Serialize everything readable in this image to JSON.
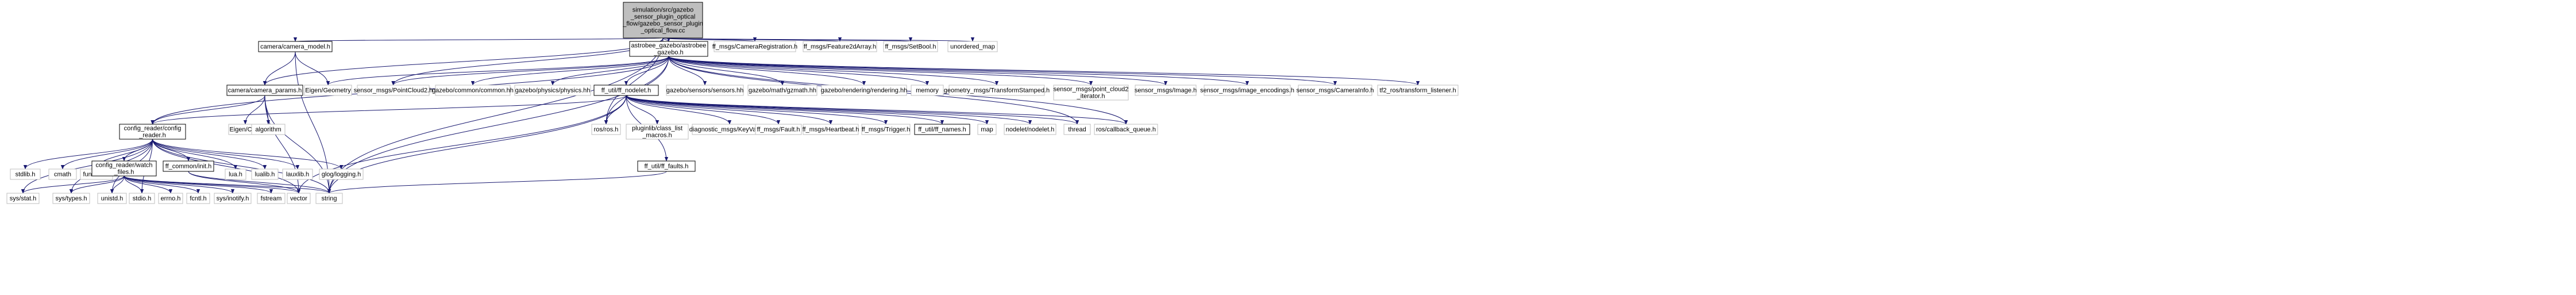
{
  "diagram": {
    "root": "n_root",
    "nodes": [
      {
        "id": "n_root",
        "lines": [
          "simulation/src/gazebo",
          "_sensor_plugin_optical",
          "_flow/gazebo_sensor_plugin",
          "_optical_flow.cc"
        ],
        "style": "root"
      },
      {
        "id": "n_camera_model",
        "lines": [
          "camera/camera_model.h"
        ],
        "style": "framed"
      },
      {
        "id": "n_astrobee_gazebo",
        "lines": [
          "astrobee_gazebo/astrobee",
          "_gazebo.h"
        ],
        "style": "framed"
      },
      {
        "id": "n_camera_registration",
        "lines": [
          "ff_msgs/CameraRegistration.h"
        ],
        "style": "plain"
      },
      {
        "id": "n_feature2d_array",
        "lines": [
          "ff_msgs/Feature2dArray.h"
        ],
        "style": "plain"
      },
      {
        "id": "n_set_bool",
        "lines": [
          "ff_msgs/SetBool.h"
        ],
        "style": "plain"
      },
      {
        "id": "n_unordered_map",
        "lines": [
          "unordered_map"
        ],
        "style": "plain"
      },
      {
        "id": "n_camera_params",
        "lines": [
          "camera/camera_params.h"
        ],
        "style": "framed"
      },
      {
        "id": "n_eigen_geometry",
        "lines": [
          "Eigen/Geometry"
        ],
        "style": "plain"
      },
      {
        "id": "n_point_cloud2",
        "lines": [
          "sensor_msgs/PointCloud2.h"
        ],
        "style": "plain"
      },
      {
        "id": "n_gazebo_common",
        "lines": [
          "gazebo/common/common.hh"
        ],
        "style": "plain"
      },
      {
        "id": "n_gazebo_physics",
        "lines": [
          "gazebo/physics/physics.hh"
        ],
        "style": "plain"
      },
      {
        "id": "n_ff_nodelet",
        "lines": [
          "ff_util/ff_nodelet.h"
        ],
        "style": "framed"
      },
      {
        "id": "n_gazebo_sensors",
        "lines": [
          "gazebo/sensors/sensors.hh"
        ],
        "style": "plain"
      },
      {
        "id": "n_gazebo_math",
        "lines": [
          "gazebo/math/gzmath.hh"
        ],
        "style": "plain"
      },
      {
        "id": "n_gazebo_rendering",
        "lines": [
          "gazebo/rendering/rendering.hh"
        ],
        "style": "plain"
      },
      {
        "id": "n_memory",
        "lines": [
          "memory"
        ],
        "style": "plain"
      },
      {
        "id": "n_transform_stamped",
        "lines": [
          "geometry_msgs/TransformStamped.h"
        ],
        "style": "plain"
      },
      {
        "id": "n_point_cloud2_iter",
        "lines": [
          "sensor_msgs/point_cloud2",
          "_iterator.h"
        ],
        "style": "plain"
      },
      {
        "id": "n_sensor_image",
        "lines": [
          "sensor_msgs/Image.h"
        ],
        "style": "plain"
      },
      {
        "id": "n_image_encodings",
        "lines": [
          "sensor_msgs/image_encodings.h"
        ],
        "style": "plain"
      },
      {
        "id": "n_camera_info",
        "lines": [
          "sensor_msgs/CameraInfo.h"
        ],
        "style": "plain"
      },
      {
        "id": "n_tf2_listener",
        "lines": [
          "tf2_ros/transform_listener.h"
        ],
        "style": "plain"
      },
      {
        "id": "n_config_reader",
        "lines": [
          "config_reader/config",
          "_reader.h"
        ],
        "style": "framed"
      },
      {
        "id": "n_eigen_core",
        "lines": [
          "Eigen/Core"
        ],
        "style": "plain"
      },
      {
        "id": "n_algorithm",
        "lines": [
          "algorithm"
        ],
        "style": "plain"
      },
      {
        "id": "n_ros",
        "lines": [
          "ros/ros.h"
        ],
        "style": "plain"
      },
      {
        "id": "n_class_list",
        "lines": [
          "pluginlib/class_list",
          "_macros.h"
        ],
        "style": "plain"
      },
      {
        "id": "n_key_value",
        "lines": [
          "diagnostic_msgs/KeyValue.h"
        ],
        "style": "plain"
      },
      {
        "id": "n_fault",
        "lines": [
          "ff_msgs/Fault.h"
        ],
        "style": "plain"
      },
      {
        "id": "n_heartbeat",
        "lines": [
          "ff_msgs/Heartbeat.h"
        ],
        "style": "plain"
      },
      {
        "id": "n_trigger",
        "lines": [
          "ff_msgs/Trigger.h"
        ],
        "style": "plain"
      },
      {
        "id": "n_ff_names",
        "lines": [
          "ff_util/ff_names.h"
        ],
        "style": "framed"
      },
      {
        "id": "n_map",
        "lines": [
          "map"
        ],
        "style": "plain"
      },
      {
        "id": "n_nodelet",
        "lines": [
          "nodelet/nodelet.h"
        ],
        "style": "plain"
      },
      {
        "id": "n_thread",
        "lines": [
          "thread"
        ],
        "style": "plain"
      },
      {
        "id": "n_callback_queue",
        "lines": [
          "ros/callback_queue.h"
        ],
        "style": "plain"
      },
      {
        "id": "n_stdlib",
        "lines": [
          "stdlib.h"
        ],
        "style": "plain"
      },
      {
        "id": "n_cmath",
        "lines": [
          "cmath"
        ],
        "style": "plain"
      },
      {
        "id": "n_functional",
        "lines": [
          "functional"
        ],
        "style": "plain"
      },
      {
        "id": "n_watch_files",
        "lines": [
          "config_reader/watch",
          "_files.h"
        ],
        "style": "framed"
      },
      {
        "id": "n_ff_common_init",
        "lines": [
          "ff_common/init.h"
        ],
        "style": "framed"
      },
      {
        "id": "n_lua",
        "lines": [
          "lua.h"
        ],
        "style": "plain"
      },
      {
        "id": "n_lualib",
        "lines": [
          "lualib.h"
        ],
        "style": "plain"
      },
      {
        "id": "n_lauxlib",
        "lines": [
          "lauxlib.h"
        ],
        "style": "plain"
      },
      {
        "id": "n_glog",
        "lines": [
          "glog/logging.h"
        ],
        "style": "plain"
      },
      {
        "id": "n_ff_faults",
        "lines": [
          "ff_util/ff_faults.h"
        ],
        "style": "framed"
      },
      {
        "id": "n_sys_stat",
        "lines": [
          "sys/stat.h"
        ],
        "style": "plain"
      },
      {
        "id": "n_sys_types",
        "lines": [
          "sys/types.h"
        ],
        "style": "plain"
      },
      {
        "id": "n_unistd",
        "lines": [
          "unistd.h"
        ],
        "style": "plain"
      },
      {
        "id": "n_stdio",
        "lines": [
          "stdio.h"
        ],
        "style": "plain"
      },
      {
        "id": "n_errno",
        "lines": [
          "errno.h"
        ],
        "style": "plain"
      },
      {
        "id": "n_fcntl",
        "lines": [
          "fcntl.h"
        ],
        "style": "plain"
      },
      {
        "id": "n_inotify",
        "lines": [
          "sys/inotify.h"
        ],
        "style": "plain"
      },
      {
        "id": "n_fstream",
        "lines": [
          "fstream"
        ],
        "style": "plain"
      },
      {
        "id": "n_vector",
        "lines": [
          "vector"
        ],
        "style": "plain"
      },
      {
        "id": "n_string",
        "lines": [
          "string"
        ],
        "style": "plain"
      }
    ],
    "edges": [
      [
        "n_root",
        "n_camera_model"
      ],
      [
        "n_root",
        "n_astrobee_gazebo"
      ],
      [
        "n_root",
        "n_camera_registration"
      ],
      [
        "n_root",
        "n_feature2d_array"
      ],
      [
        "n_root",
        "n_set_bool"
      ],
      [
        "n_root",
        "n_unordered_map"
      ],
      [
        "n_root",
        "n_camera_params"
      ],
      [
        "n_root",
        "n_point_cloud2"
      ],
      [
        "n_root",
        "n_ros"
      ],
      [
        "n_root",
        "n_string"
      ],
      [
        "n_camera_model",
        "n_camera_params"
      ],
      [
        "n_camera_model",
        "n_eigen_geometry"
      ],
      [
        "n_camera_model",
        "n_string"
      ],
      [
        "n_camera_params",
        "n_config_reader"
      ],
      [
        "n_camera_params",
        "n_eigen_core"
      ],
      [
        "n_camera_params",
        "n_algorithm"
      ],
      [
        "n_camera_params",
        "n_vector"
      ],
      [
        "n_camera_params",
        "n_string"
      ],
      [
        "n_astrobee_gazebo",
        "n_eigen_geometry"
      ],
      [
        "n_astrobee_gazebo",
        "n_point_cloud2"
      ],
      [
        "n_astrobee_gazebo",
        "n_gazebo_common"
      ],
      [
        "n_astrobee_gazebo",
        "n_gazebo_physics"
      ],
      [
        "n_astrobee_gazebo",
        "n_ff_nodelet"
      ],
      [
        "n_astrobee_gazebo",
        "n_gazebo_sensors"
      ],
      [
        "n_astrobee_gazebo",
        "n_gazebo_math"
      ],
      [
        "n_astrobee_gazebo",
        "n_gazebo_rendering"
      ],
      [
        "n_astrobee_gazebo",
        "n_memory"
      ],
      [
        "n_astrobee_gazebo",
        "n_transform_stamped"
      ],
      [
        "n_astrobee_gazebo",
        "n_point_cloud2_iter"
      ],
      [
        "n_astrobee_gazebo",
        "n_sensor_image"
      ],
      [
        "n_astrobee_gazebo",
        "n_image_encodings"
      ],
      [
        "n_astrobee_gazebo",
        "n_camera_info"
      ],
      [
        "n_astrobee_gazebo",
        "n_tf2_listener"
      ],
      [
        "n_astrobee_gazebo",
        "n_ros"
      ],
      [
        "n_astrobee_gazebo",
        "n_thread"
      ],
      [
        "n_astrobee_gazebo",
        "n_callback_queue"
      ],
      [
        "n_astrobee_gazebo",
        "n_config_reader"
      ],
      [
        "n_astrobee_gazebo",
        "n_string"
      ],
      [
        "n_ff_nodelet",
        "n_config_reader"
      ],
      [
        "n_ff_nodelet",
        "n_ros"
      ],
      [
        "n_ff_nodelet",
        "n_class_list"
      ],
      [
        "n_ff_nodelet",
        "n_key_value"
      ],
      [
        "n_ff_nodelet",
        "n_fault"
      ],
      [
        "n_ff_nodelet",
        "n_heartbeat"
      ],
      [
        "n_ff_nodelet",
        "n_trigger"
      ],
      [
        "n_ff_nodelet",
        "n_ff_names"
      ],
      [
        "n_ff_nodelet",
        "n_map"
      ],
      [
        "n_ff_nodelet",
        "n_nodelet"
      ],
      [
        "n_ff_nodelet",
        "n_thread"
      ],
      [
        "n_ff_nodelet",
        "n_callback_queue"
      ],
      [
        "n_ff_nodelet",
        "n_ff_faults"
      ],
      [
        "n_ff_nodelet",
        "n_string"
      ],
      [
        "n_ff_nodelet",
        "n_vector"
      ],
      [
        "n_config_reader",
        "n_stdlib"
      ],
      [
        "n_config_reader",
        "n_cmath"
      ],
      [
        "n_config_reader",
        "n_functional"
      ],
      [
        "n_config_reader",
        "n_watch_files"
      ],
      [
        "n_config_reader",
        "n_ff_common_init"
      ],
      [
        "n_config_reader",
        "n_lua"
      ],
      [
        "n_config_reader",
        "n_lualib"
      ],
      [
        "n_config_reader",
        "n_lauxlib"
      ],
      [
        "n_config_reader",
        "n_glog"
      ],
      [
        "n_config_reader",
        "n_sys_stat"
      ],
      [
        "n_config_reader",
        "n_sys_types"
      ],
      [
        "n_config_reader",
        "n_unistd"
      ],
      [
        "n_config_reader",
        "n_stdio"
      ],
      [
        "n_config_reader",
        "n_vector"
      ],
      [
        "n_config_reader",
        "n_string"
      ],
      [
        "n_watch_files",
        "n_sys_stat"
      ],
      [
        "n_watch_files",
        "n_sys_types"
      ],
      [
        "n_watch_files",
        "n_unistd"
      ],
      [
        "n_watch_files",
        "n_stdio"
      ],
      [
        "n_watch_files",
        "n_errno"
      ],
      [
        "n_watch_files",
        "n_fcntl"
      ],
      [
        "n_watch_files",
        "n_inotify"
      ],
      [
        "n_watch_files",
        "n_fstream"
      ],
      [
        "n_watch_files",
        "n_vector"
      ],
      [
        "n_watch_files",
        "n_string"
      ],
      [
        "n_ff_common_init",
        "n_vector"
      ],
      [
        "n_ff_common_init",
        "n_string"
      ],
      [
        "n_ff_faults",
        "n_string"
      ]
    ]
  },
  "colors": {
    "edge": "#191970",
    "root_fill": "#bfbfbf",
    "frame": "#000000",
    "plain_border": "#bfbfbf"
  }
}
